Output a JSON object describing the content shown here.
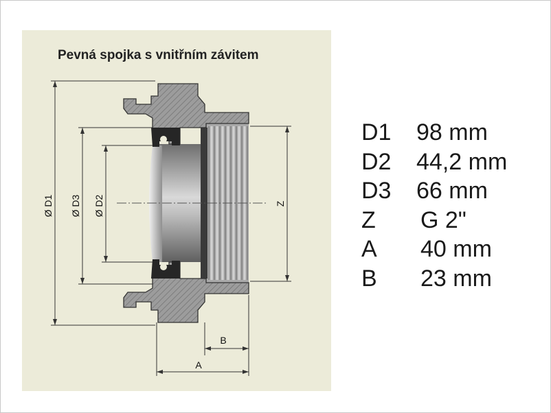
{
  "title": "Pevná spojka s vnitřním závitem",
  "dimension_labels": {
    "d1": "Ø D1",
    "d2": "Ø D2",
    "d3": "Ø D3",
    "z": "Z",
    "a": "A",
    "b": "B"
  },
  "specs": [
    {
      "key": "D1",
      "value": "98 mm"
    },
    {
      "key": "D2",
      "value": "44,2 mm"
    },
    {
      "key": "D3",
      "value": "66 mm"
    },
    {
      "key": "Z",
      "value": "G 2\""
    },
    {
      "key": "A",
      "value": "40 mm"
    },
    {
      "key": "B",
      "value": "23 mm"
    }
  ],
  "colors": {
    "panel": "#ecebd9",
    "section_hatch": "#8a8a8a",
    "gasket": "#2b2b2b",
    "thread": "#9a9a9a"
  }
}
